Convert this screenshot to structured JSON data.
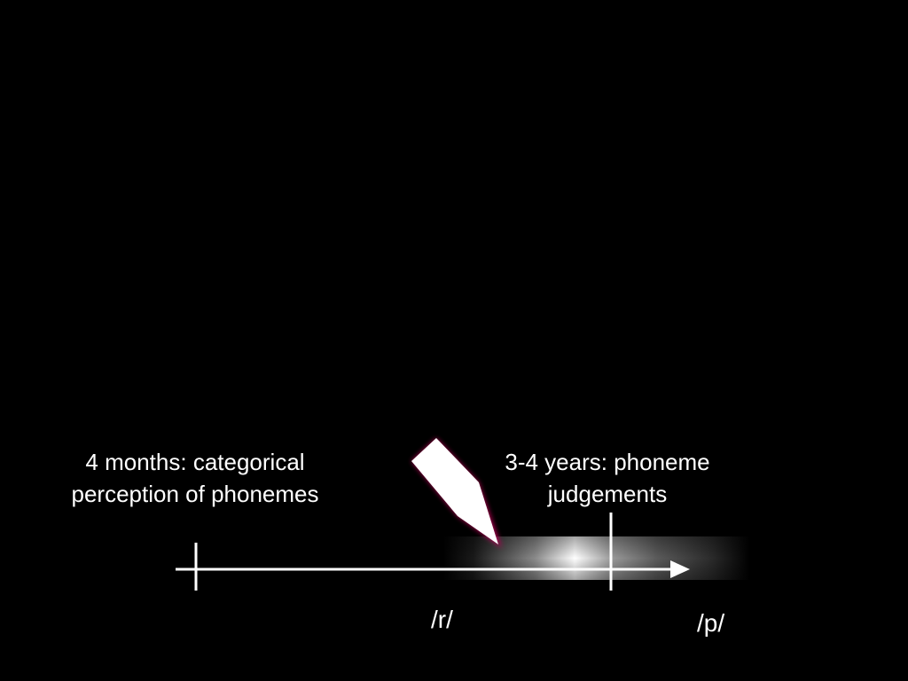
{
  "slide": {
    "background_color": "#000000",
    "text_color": "#ffffff"
  },
  "timeline": {
    "early_stage": {
      "line1": "4 months:  categorical",
      "line2": "perception of phonemes"
    },
    "late_stage": {
      "line1": "3-4 years: phoneme",
      "line2": "judgements"
    },
    "markers": {
      "start": "/r/",
      "end": "/p/"
    }
  },
  "pointer": {
    "icon": "pointer-arrow-icon",
    "color": "#ffffff",
    "glow_color": "#c0005a"
  }
}
